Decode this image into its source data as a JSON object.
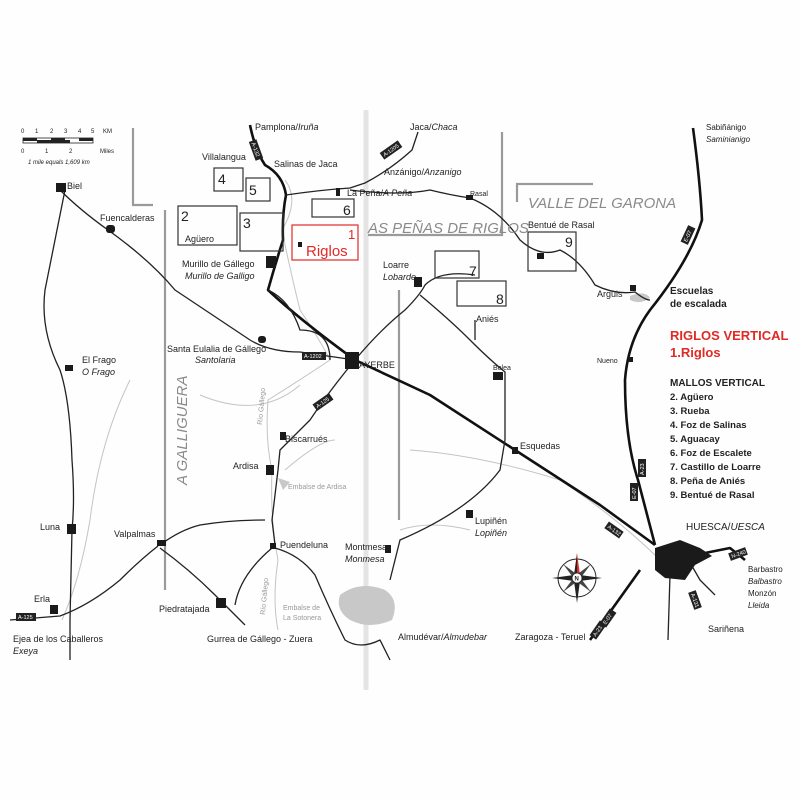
{
  "scale": {
    "km_label": "KM",
    "km_ticks": [
      "0",
      "1",
      "2",
      "3",
      "4",
      "5"
    ],
    "miles_label": "Miles",
    "mile_ticks": [
      "0",
      "1",
      "2"
    ],
    "note": "1 mile equals 1,609 km"
  },
  "regions": {
    "valle": "VALLE DEL GARONA",
    "penas": "AS PEÑAS DE RIGLOS",
    "galliguera": "A GALLIGUERA"
  },
  "towns": {
    "pamplona": "Pamplona/",
    "pamplona_alt": "Iruña",
    "jaca": "Jaca/",
    "jaca_alt": "Chaca",
    "villalangua": "Villalangua",
    "salinas": "Salinas de Jaca",
    "anzanigo": "Anzánigo/",
    "anzanigo_alt": "Anzanigo",
    "lapena": "La Peña/",
    "lapena_alt": "A Peña",
    "rasal": "Rasal",
    "biel": "Biel",
    "fuencalderas": "Fuencalderas",
    "bentue": "Bentué de Rasal",
    "aguero": "Agüero",
    "murillo": "Murillo de Gállego",
    "murillo_alt": "Murillo de Galligo",
    "loarre": "Loarre",
    "loarre_alt": "Lobarde",
    "arguis": "Arguis",
    "anies": "Aniés",
    "santa_eulalia": "Santa Eulalia de Gállego",
    "santa_eulalia_alt": "Santolaria",
    "ayerbe": "AYERBE",
    "nueno": "Nueno",
    "elfrago": "El Frago",
    "elfrago_alt": "O Frago",
    "bolea": "Bolea",
    "biscarrues": "Biscarrués",
    "ardisa": "Ardisa",
    "esquedas": "Esquedas",
    "embalse_ardisa": "Embalse de Ardisa",
    "lupinen": "Lupiñén",
    "lupinen_alt": "Lopiñén",
    "luna": "Luna",
    "valpalmas": "Valpalmas",
    "puendeluna": "Puendeluna",
    "huesca": "HUESCA/",
    "huesca_alt": "UESCA",
    "montmesa": "Montmesa",
    "montmesa_alt": "Monmesa",
    "barbastro": "Barbastro",
    "barbastro_alt": "Balbastro",
    "monzon": "Monzón",
    "lleida": "Lleida",
    "erla": "Erla",
    "piedratajada": "Piedratajada",
    "embalse_sotonera_1": "Embalse de",
    "embalse_sotonera_2": "La Sotonera",
    "almudevar": "Almudévar/",
    "almudevar_alt": "Almudebar",
    "zaragoza": "Zaragoza - Teruel",
    "sarinena": "Sariñena",
    "ejea": "Ejea de los Caballeros",
    "ejea_alt": "Exeya",
    "gurrea": "Gurrea de Gállego - Zuera",
    "sabinanigo": "Sabiñánigo",
    "sabinanigo_alt": "Saminianigo",
    "rio_gallego": "Río Gállego"
  },
  "road_labels": {
    "a132": "A-132",
    "a1205": "A-1205",
    "a1202": "A-1202",
    "a125": "A-125",
    "e07": "E-07",
    "a23": "A-23",
    "n240": "N-240",
    "a131": "A-131"
  },
  "boxes": {
    "b1": "1",
    "b2": "2",
    "b3": "3",
    "b4": "4",
    "b5": "5",
    "b6": "6",
    "b7": "7",
    "b8": "8",
    "b9": "9",
    "riglos": "Riglos"
  },
  "legend": {
    "escuelas_1": "Escuelas",
    "escuelas_2": "de escalada",
    "title": "RIGLOS VERTICAL",
    "subtitle": "1.Riglos",
    "mallos_title": "MALLOS VERTICAL",
    "items": [
      "2. Agüero",
      "3. Rueba",
      "4. Foz de Salinas",
      "5. Aguacay",
      "6. Foz de Escalete",
      "7. Castillo de Loarre",
      "8. Peña de Aniés",
      "9. Bentué de Rasal"
    ]
  },
  "compass": {
    "north": "N"
  },
  "colors": {
    "accent": "#e02a25",
    "roads": "#222222",
    "rivers": "#c4c4c4"
  }
}
